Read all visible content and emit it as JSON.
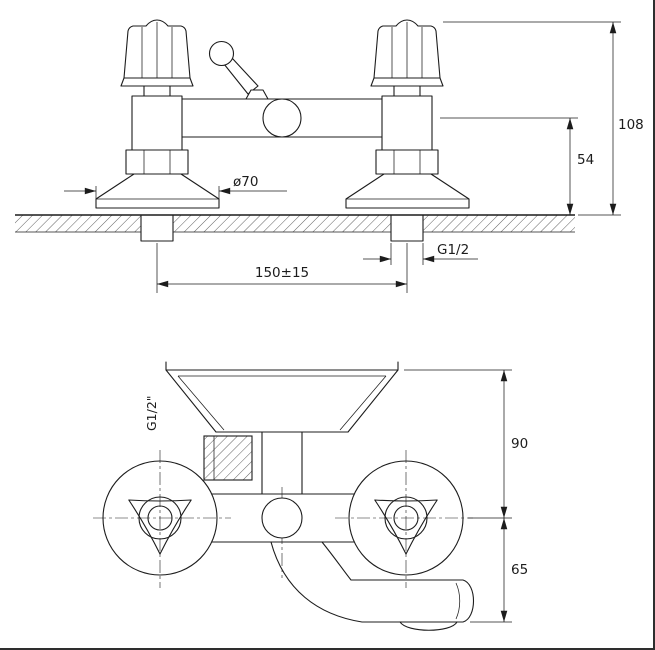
{
  "sheet": {
    "background": "#ffffff",
    "line_color": "#1c1c1c"
  },
  "front_view": {
    "dim_total_height": "108",
    "dim_wall_to_axis": "54",
    "dim_flange_diameter": "ø70",
    "dim_center_distance": "150±15",
    "dim_thread": "G1/2"
  },
  "top_view": {
    "dim_thread": "G1/2\"",
    "dim_wall_to_center": "90",
    "dim_center_to_spout": "65"
  }
}
